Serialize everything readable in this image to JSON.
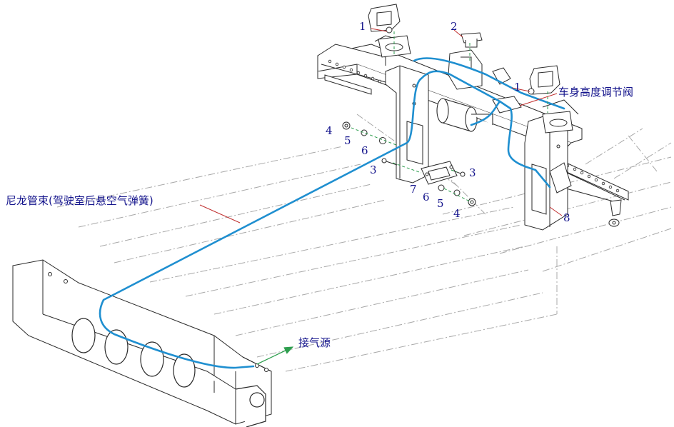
{
  "labels": {
    "nylon_harness": "尼龙管束(驾驶室后悬空气弹簧)",
    "height_valve": "车身高度调节阀",
    "air_source": "接气源"
  },
  "callouts": {
    "c1a": "1",
    "c1b": "1",
    "c2": "2",
    "c3a": "3",
    "c3b": "3",
    "c4a": "4",
    "c4b": "4",
    "c5a": "5",
    "c5b": "5",
    "c6a": "6",
    "c6b": "6",
    "c7": "7",
    "c8": "8"
  },
  "colors": {
    "line_art": "#2a2a2a",
    "phantom": "#a0a0a0",
    "air_line": "#1f8fd0",
    "callout_text": "#14148c",
    "leader": "#c03030",
    "guide": "#2e9e4e"
  }
}
